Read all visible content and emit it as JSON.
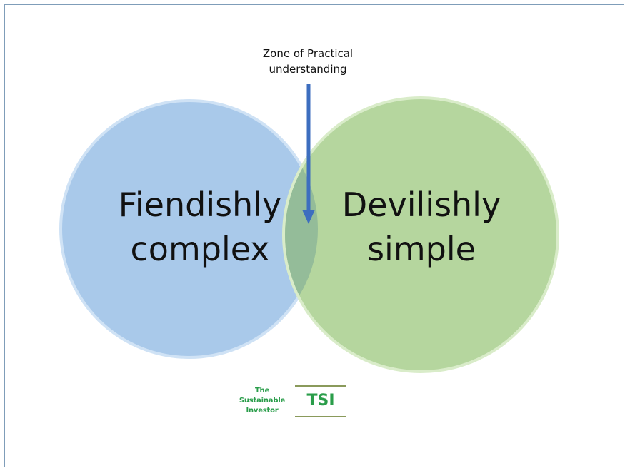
{
  "diagram": {
    "left_circle": {
      "lines": [
        "Fiendishly",
        "complex"
      ],
      "color": "#a9c9ea"
    },
    "right_circle": {
      "lines": [
        "Devilishly",
        "simple"
      ],
      "color": "#b5d69e"
    },
    "overlap_color": "#94bc99",
    "zone_label": {
      "lines": [
        "Zone of Practical",
        "understanding"
      ]
    },
    "arrow_color": "#3d6ebf"
  },
  "logo": {
    "text_lines": [
      "The",
      "Sustainable",
      "Investor"
    ],
    "abbreviation": "TSI",
    "color": "#2a9d4a"
  }
}
